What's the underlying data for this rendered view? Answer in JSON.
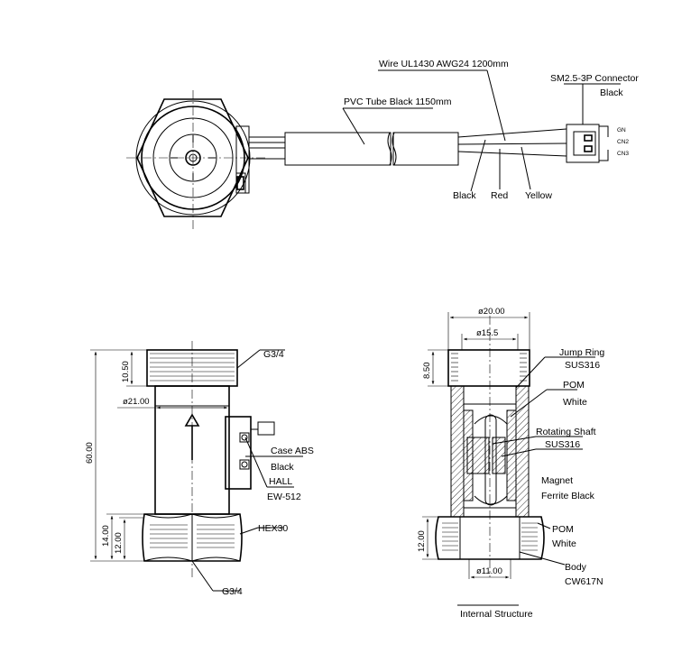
{
  "top_view": {
    "wire_label": "Wire UL1430 AWG24  1200mm",
    "connector_label": "SM2.5-3P Connector",
    "connector_color": "Black",
    "tube_label": "PVC Tube Black 1150mm",
    "wire_black": "Black",
    "wire_red": "Red",
    "wire_yellow": "Yellow",
    "pins": [
      "GN",
      "CN2",
      "CN3"
    ]
  },
  "side_view": {
    "thread_top": "G3/4",
    "dim_1050": "10.50",
    "dim_dia21": "ø21.00",
    "dim_60": "60.00",
    "case_label": "Case ABS",
    "case_color": "Black",
    "hall_label": "HALL",
    "hall_part": "EW-512",
    "dim_14": "14.00",
    "dim_12": "12.00",
    "hex_label": "HEX30",
    "thread_bottom": "G3/4"
  },
  "section_view": {
    "dim_dia20": "ø20.00",
    "dim_dia155": "ø15.5",
    "dim_850": "8.50",
    "jump_ring": "Jump Ring",
    "jump_ring_mat": "SUS316",
    "pom1": "POM",
    "pom1_color": "White",
    "shaft": "Rotating Shaft",
    "shaft_mat": "SUS316",
    "magnet": "Magnet",
    "magnet_mat": "Ferrite Black",
    "pom2": "POM",
    "pom2_color": "White",
    "body": "Body",
    "body_mat": "CW617N",
    "dim_12": "12.00",
    "dim_dia11": "ø11.00",
    "caption": "Internal Structure"
  }
}
